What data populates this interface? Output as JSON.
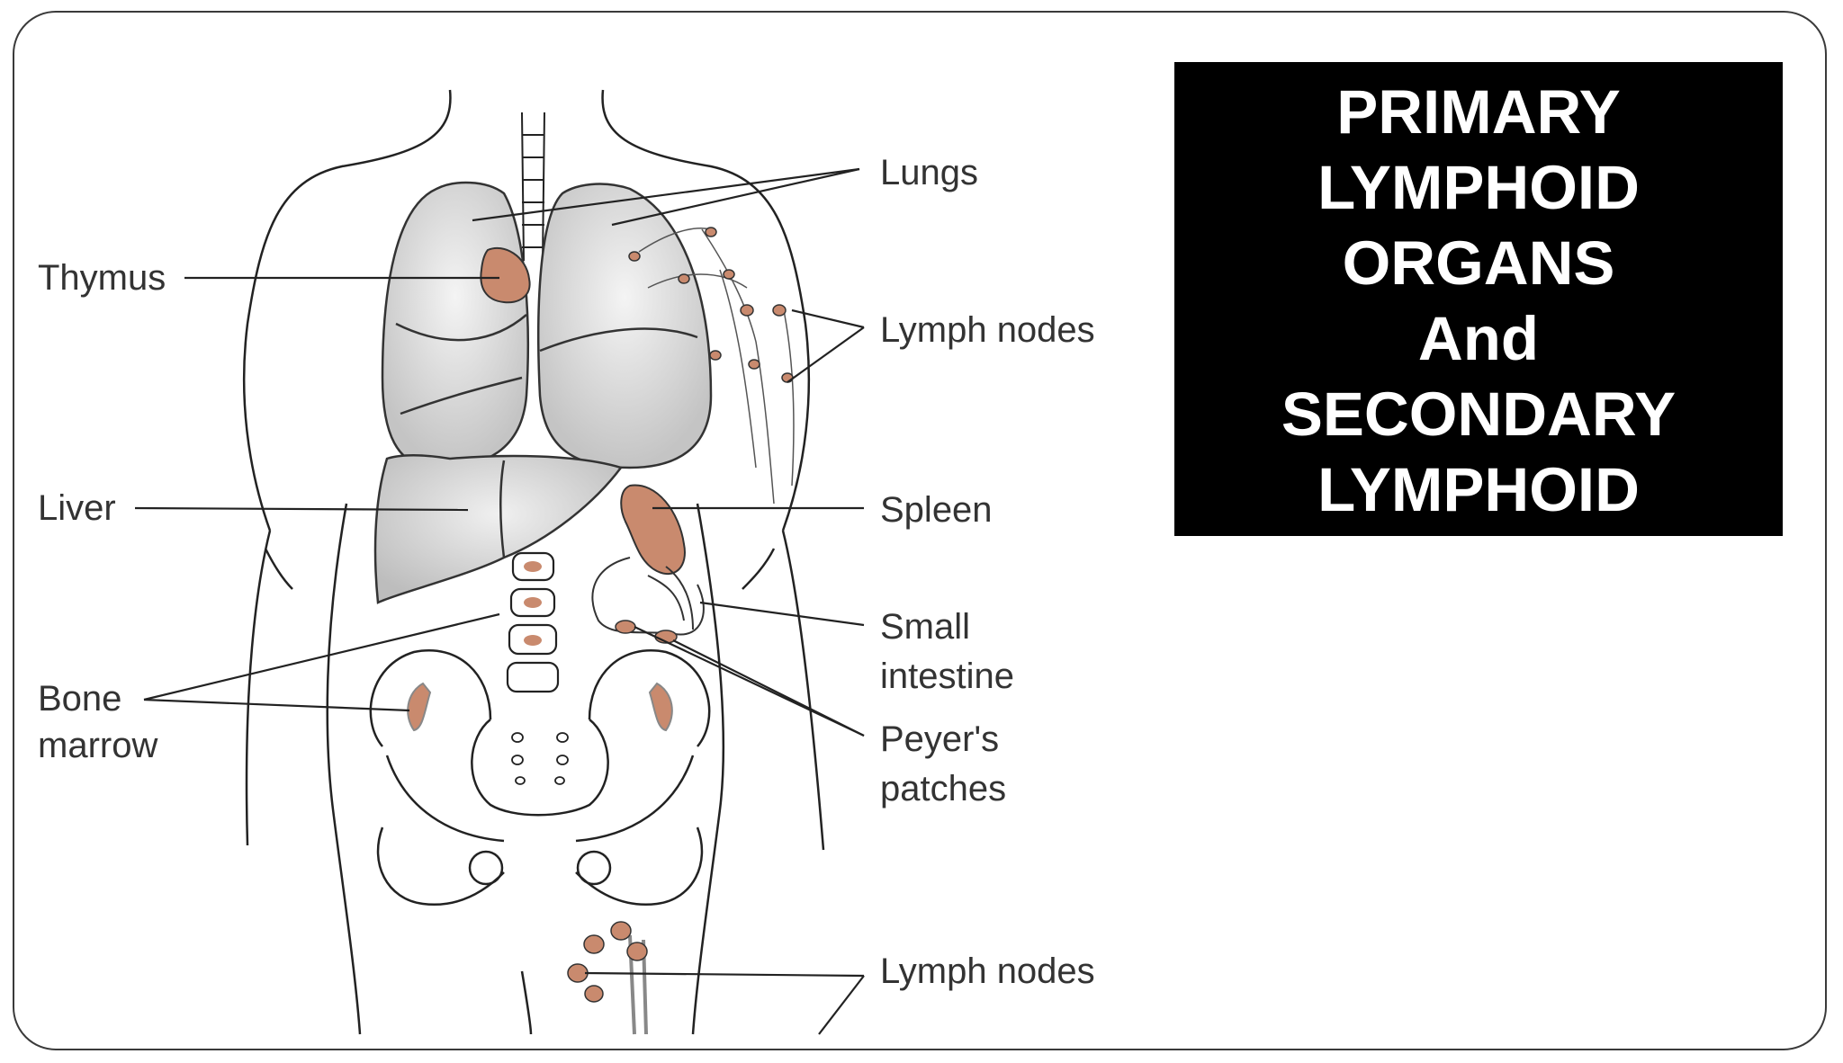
{
  "title_box": {
    "lines": [
      "PRIMARY",
      "LYMPHOID",
      "ORGANS",
      "And",
      "SECONDARY",
      "LYMPHOID"
    ]
  },
  "diagram": {
    "labels": {
      "lungs": "Lungs",
      "thymus": "Thymus",
      "lymph_nodes_upper": "Lymph nodes",
      "liver": "Liver",
      "spleen": "Spleen",
      "small_intestine_line1": "Small",
      "small_intestine_line2": "intestine",
      "bone_marrow_line1": "Bone",
      "bone_marrow_line2": "marrow",
      "peyers_patches_line1": "Peyer's",
      "peyers_patches_line2": "patches",
      "lymph_nodes_lower": "Lymph nodes"
    }
  },
  "colors": {
    "organ_highlight": "#c98a6e",
    "organ_gray": "#d6d6d6",
    "title_bg": "#000000",
    "title_text": "#ffffff",
    "line": "#222222"
  }
}
